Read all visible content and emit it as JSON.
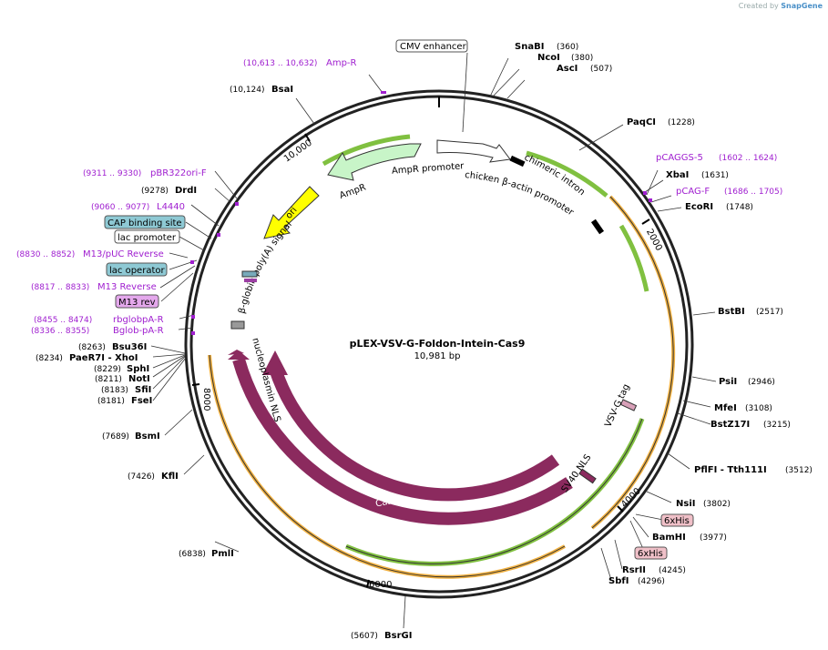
{
  "watermark": {
    "prefix": "Created by",
    "brand": "SnapGene"
  },
  "plasmid": {
    "name": "pLEX-VSV-G-Foldon-Intein-Cas9",
    "size": "10,981 bp"
  },
  "ticks": [
    "10,000",
    "2000",
    "4000",
    "6000",
    "8000"
  ],
  "sites": [
    {
      "name": "SnaBI",
      "pos": "(360)"
    },
    {
      "name": "NcoI",
      "pos": "(380)"
    },
    {
      "name": "AscI",
      "pos": "(507)"
    },
    {
      "name": "PaqCI",
      "pos": "(1228)"
    },
    {
      "name": "XbaI",
      "pos": "(1631)"
    },
    {
      "name": "EcoRI",
      "pos": "(1748)"
    },
    {
      "name": "BstBI",
      "pos": "(2517)"
    },
    {
      "name": "PsiI",
      "pos": "(2946)"
    },
    {
      "name": "MfeI",
      "pos": "(3108)"
    },
    {
      "name": "BstZ17I",
      "pos": "(3215)"
    },
    {
      "name": "PflFI - Tth111I",
      "pos": "(3512)"
    },
    {
      "name": "NsiI",
      "pos": "(3802)"
    },
    {
      "name": "BamHI",
      "pos": "(3977)"
    },
    {
      "name": "RsrII",
      "pos": "(4245)"
    },
    {
      "name": "SbfI",
      "pos": "(4296)"
    },
    {
      "name": "BsrGI",
      "pos": "(5607)"
    },
    {
      "name": "PmlI",
      "pos": "(6838)"
    },
    {
      "name": "KflI",
      "pos": "(7426)"
    },
    {
      "name": "BsmI",
      "pos": "(7689)"
    },
    {
      "name": "FseI",
      "pos": "(8181)"
    },
    {
      "name": "SfiI",
      "pos": "(8183)"
    },
    {
      "name": "NotI",
      "pos": "(8211)"
    },
    {
      "name": "SphI",
      "pos": "(8229)"
    },
    {
      "name": "PaeR7I - XhoI",
      "pos": "(8234)"
    },
    {
      "name": "Bsu36I",
      "pos": "(8263)"
    },
    {
      "name": "DrdI",
      "pos": "(9278)"
    },
    {
      "name": "BsaI",
      "pos": "(10,124)"
    }
  ],
  "primers": [
    {
      "name": "Amp-R",
      "pos": "(10,613 .. 10,632)"
    },
    {
      "name": "pCAGGS-5",
      "pos": "(1602 .. 1624)"
    },
    {
      "name": "pCAG-F",
      "pos": "(1686 .. 1705)"
    },
    {
      "name": "pBR322ori-F",
      "pos": "(9311 .. 9330)"
    },
    {
      "name": "L4440",
      "pos": "(9060 .. 9077)"
    },
    {
      "name": "M13/pUC Reverse",
      "pos": "(8830 .. 8852)"
    },
    {
      "name": "M13 Reverse",
      "pos": "(8817 .. 8833)"
    },
    {
      "name": "rbglobpA-R",
      "pos": "(8455 .. 8474)"
    },
    {
      "name": "Bglob-pA-R",
      "pos": "(8336 .. 8355)"
    }
  ],
  "boxed_features": [
    {
      "name": "CMV enhancer",
      "color": "#ffffff"
    },
    {
      "name": "CAP binding site",
      "color": "#8ec9d4"
    },
    {
      "name": "lac promoter",
      "color": "#ffffff"
    },
    {
      "name": "lac operator",
      "color": "#8ec9d4"
    },
    {
      "name": "M13 rev",
      "color": "#e4a8ec"
    },
    {
      "name": "6xHis",
      "color": "#f0c0c8"
    },
    {
      "name": "6xHis",
      "color": "#f0c0c8"
    }
  ],
  "inner_features": {
    "ampr_promoter": "AmpR promoter",
    "ampr": "AmpR",
    "ori": "ori",
    "chicken_promoter": "chicken β-actin promoter",
    "chimeric_intron": "chimeric intron",
    "beta_globin": "β-globin poly(A) signal",
    "vsvg_tag": "VSV-G tag",
    "sv40_nls": "SV40 NLS",
    "nucleoplasmin_nls": "nucleoplasmin NLS",
    "cas9_a": "Cas9",
    "cas9_b": "Cas9"
  },
  "colors": {
    "backbone": "#222222",
    "cas9": "#8b2a5e",
    "ampr": "#c8f5c8",
    "ori": "#ffff00",
    "primer": "#a020d0",
    "orange_arc": "#f0b040",
    "green_arc": "#80c040"
  }
}
